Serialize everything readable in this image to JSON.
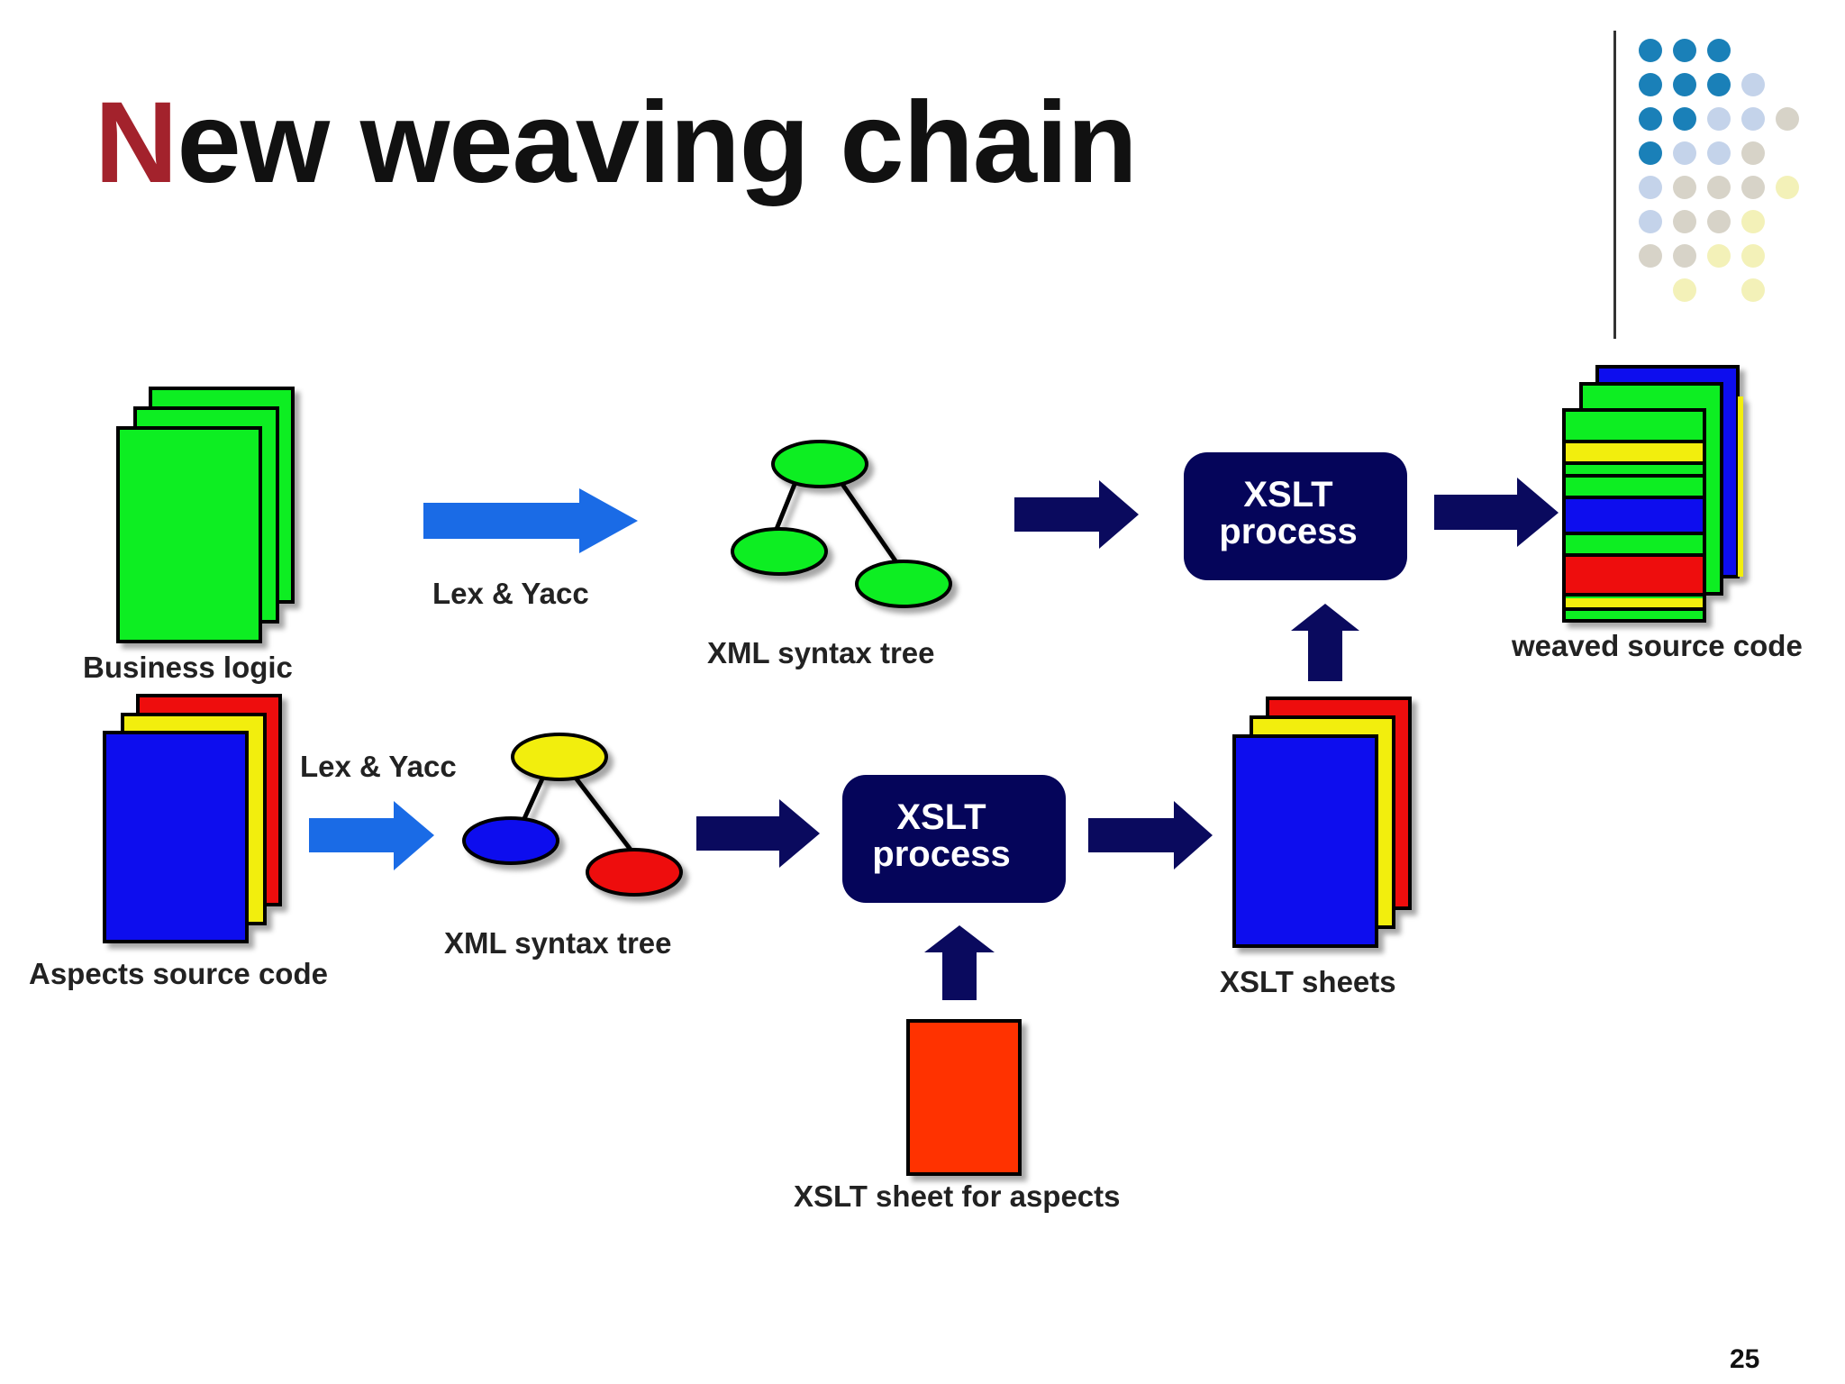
{
  "slide": {
    "title_first_letter": "N",
    "title_rest": "ew weaving chain",
    "page_number": "25"
  },
  "colors": {
    "title_accent": "#a3222c",
    "arrow_navy": "#0a0a5e",
    "arrow_blue": "#1a6be6",
    "process_box": "#05055a",
    "dot_palette": [
      "#1a80b8",
      "#c4d3ea",
      "#d7d3c8",
      "#f3f1b8"
    ]
  },
  "diagram": {
    "business_logic_label": "Business logic",
    "aspects_source_label": "Aspects source code",
    "lex_yacc_top": "Lex & Yacc",
    "lex_yacc_bottom": "Lex & Yacc",
    "xml_tree_top_label": "XML syntax tree",
    "xml_tree_bottom_label": "XML syntax tree",
    "xslt_process_top": [
      "XSLT",
      "process"
    ],
    "xslt_process_bottom": [
      "XSLT",
      "process"
    ],
    "xslt_sheets_label": "XSLT sheets",
    "xslt_sheet_aspects_label": "XSLT sheet for aspects",
    "weaved_source_label": "weaved source code"
  }
}
